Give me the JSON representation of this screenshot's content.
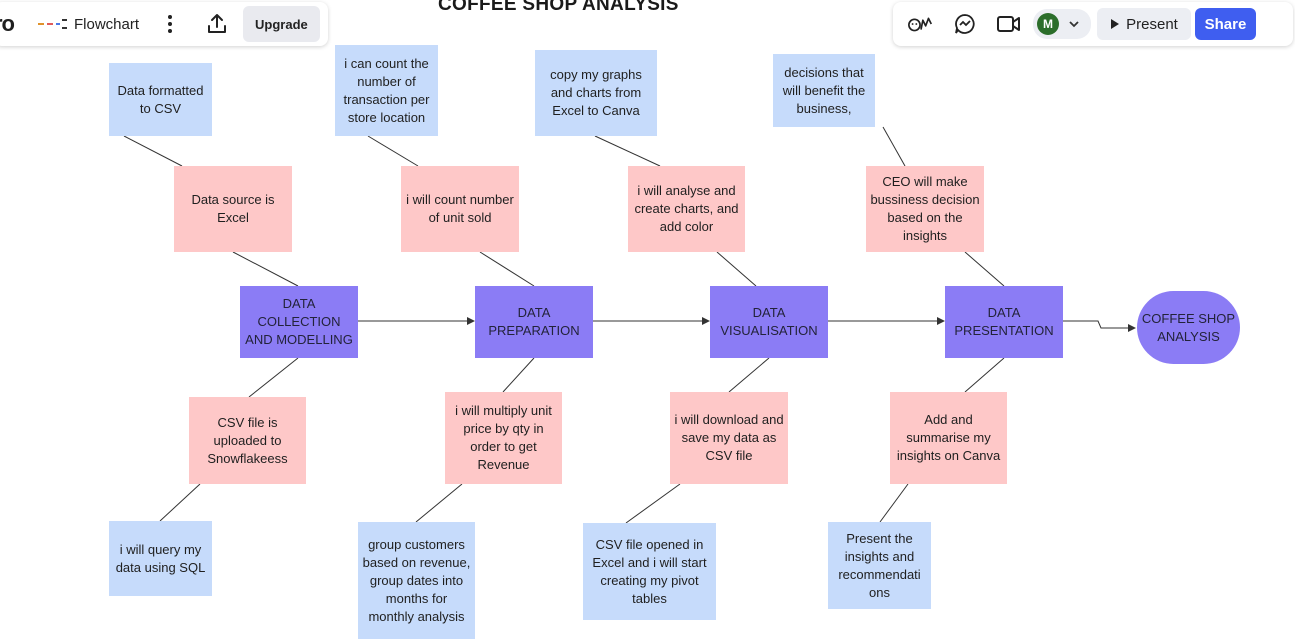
{
  "toolbar": {
    "logo": "ro",
    "board_type": "Flowchart",
    "upgrade_label": "Upgrade",
    "avatar_initial": "M",
    "present_label": "Present",
    "share_label": "Share",
    "share_color": "#3f5ef0"
  },
  "board_title": "COFFEE SHOP ANALYSIS",
  "stages": {
    "s1": "DATA COLLECTION AND MODELLING",
    "s2": "DATA PREPARATION",
    "s3": "DATA VISUALISATION",
    "s4": "DATA PRESENTATION",
    "end": "COFFEE SHOP ANALYSIS"
  },
  "notes": {
    "b1": "Data formatted to CSV",
    "p1": "Data source is Excel",
    "p1b": "CSV file is uploaded to Snowflakeess",
    "b1b": "i will query my data using SQL",
    "b2": "i can count the number of transaction per store location",
    "p2": "i will count number of unit sold",
    "p2b": "i will multiply unit price by qty in order to get Revenue",
    "b2b": "group customers based on revenue, group dates into months for monthly analysis",
    "b3": "copy my graphs and charts from Excel to Canva",
    "p3": "i will analyse and create charts, and add color",
    "p3b": "i will  download and save my data as CSV file",
    "b3b": "CSV file opened in Excel and i will start creating my pivot tables",
    "b4": "decisions that will benefit the business,",
    "p4": "CEO will make bussiness decision based on the insights",
    "p4b": "Add and summarise my insights on Canva",
    "b4b": "Present the insights and recommendati ons"
  },
  "colors": {
    "stage": "#8b7cf5",
    "pink_note": "#fec8c8",
    "blue_note": "#c6dbfb"
  }
}
